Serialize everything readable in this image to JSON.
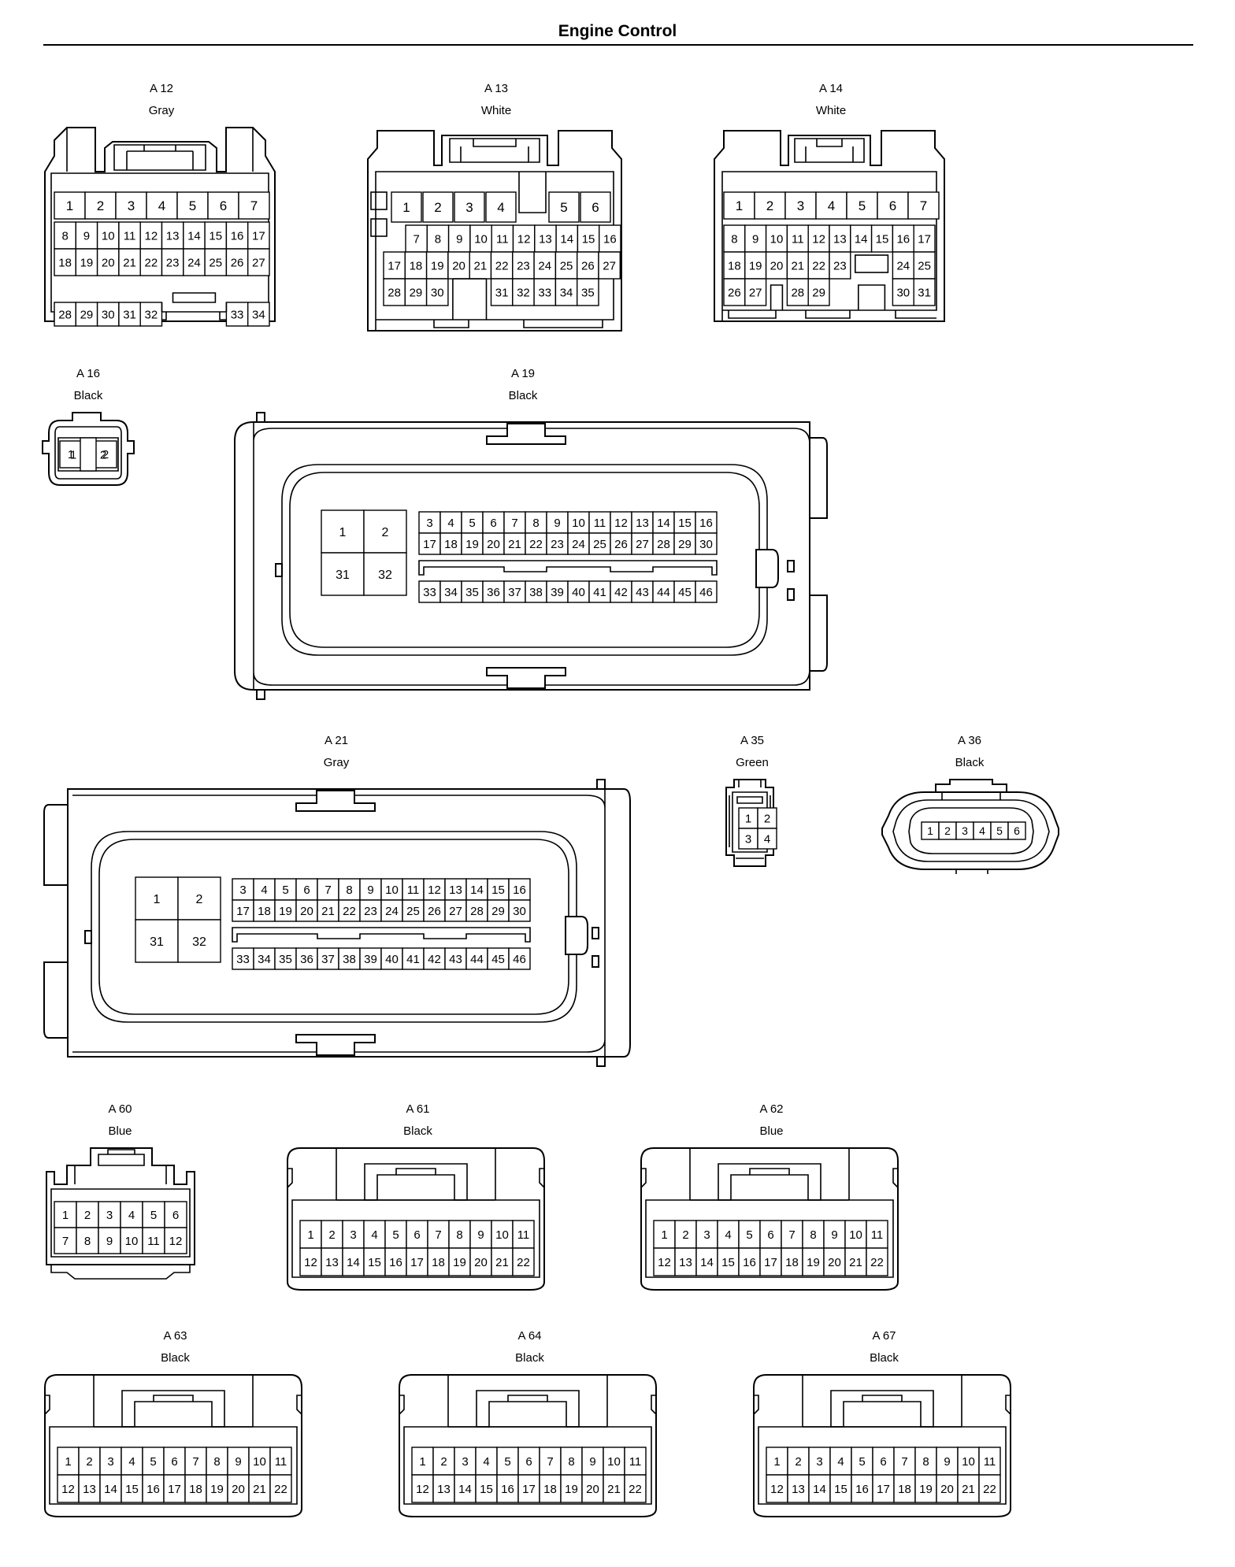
{
  "title": "Engine Control",
  "colors": {
    "line": "#000000",
    "background": "#ffffff"
  },
  "connectors": [
    {
      "id": "A 12",
      "color": "Gray",
      "style": "box",
      "rows": [
        [
          1,
          2,
          3,
          4,
          5,
          6,
          7
        ],
        [
          8,
          9,
          10,
          11,
          12,
          13,
          14,
          15,
          16,
          17
        ],
        [
          18,
          19,
          20,
          21,
          22,
          23,
          24,
          25,
          26,
          27
        ],
        [
          28,
          29,
          30,
          31,
          32,
          null,
          null,
          null,
          33,
          34
        ]
      ]
    },
    {
      "id": "A 13",
      "color": "White",
      "style": "box",
      "rows": [
        [
          1,
          2,
          3,
          4,
          null,
          5,
          6
        ],
        [
          7,
          8,
          9,
          10,
          11,
          12,
          13,
          14,
          15,
          16
        ],
        [
          17,
          18,
          19,
          20,
          21,
          22,
          23,
          24,
          25,
          26,
          27
        ],
        [
          28,
          29,
          30,
          null,
          null,
          31,
          32,
          33,
          34,
          35
        ]
      ]
    },
    {
      "id": "A 14",
      "color": "White",
      "style": "box",
      "rows": [
        [
          1,
          2,
          3,
          4,
          5,
          6,
          7
        ],
        [
          8,
          9,
          10,
          11,
          12,
          13,
          14,
          15,
          16,
          17
        ],
        [
          18,
          19,
          20,
          21,
          22,
          23,
          null,
          24,
          25
        ],
        [
          26,
          27,
          null,
          28,
          29,
          null,
          30,
          31
        ]
      ]
    },
    {
      "id": "A 16",
      "color": "Black",
      "style": "round",
      "rows": [
        [
          1,
          2
        ]
      ]
    },
    {
      "id": "A 19",
      "color": "Black",
      "style": "ecu",
      "big": [
        [
          1,
          2
        ],
        [
          31,
          32
        ]
      ],
      "rows": [
        [
          3,
          4,
          5,
          6,
          7,
          8,
          9,
          10,
          11,
          12,
          13,
          14,
          15,
          16
        ],
        [
          17,
          18,
          19,
          20,
          21,
          22,
          23,
          24,
          25,
          26,
          27,
          28,
          29,
          30
        ],
        [
          33,
          34,
          35,
          36,
          37,
          38,
          39,
          40,
          41,
          42,
          43,
          44,
          45,
          46
        ]
      ]
    },
    {
      "id": "A 21",
      "color": "Gray",
      "style": "ecu",
      "big": [
        [
          1,
          2
        ],
        [
          31,
          32
        ]
      ],
      "rows": [
        [
          3,
          4,
          5,
          6,
          7,
          8,
          9,
          10,
          11,
          12,
          13,
          14,
          15,
          16
        ],
        [
          17,
          18,
          19,
          20,
          21,
          22,
          23,
          24,
          25,
          26,
          27,
          28,
          29,
          30
        ],
        [
          33,
          34,
          35,
          36,
          37,
          38,
          39,
          40,
          41,
          42,
          43,
          44,
          45,
          46
        ]
      ]
    },
    {
      "id": "A 35",
      "color": "Green",
      "style": "small",
      "rows": [
        [
          1,
          2
        ],
        [
          3,
          4
        ]
      ]
    },
    {
      "id": "A 36",
      "color": "Black",
      "style": "oval",
      "rows": [
        [
          1,
          2,
          3,
          4,
          5,
          6
        ]
      ]
    },
    {
      "id": "A 60",
      "color": "Blue",
      "style": "box",
      "rows": [
        [
          1,
          2,
          3,
          4,
          5,
          6
        ],
        [
          7,
          8,
          9,
          10,
          11,
          12
        ]
      ]
    },
    {
      "id": "A 61",
      "color": "Black",
      "style": "wide",
      "rows": [
        [
          1,
          2,
          3,
          4,
          5,
          6,
          7,
          8,
          9,
          10,
          11
        ],
        [
          12,
          13,
          14,
          15,
          16,
          17,
          18,
          19,
          20,
          21,
          22
        ]
      ]
    },
    {
      "id": "A 62",
      "color": "Blue",
      "style": "wide",
      "rows": [
        [
          1,
          2,
          3,
          4,
          5,
          6,
          7,
          8,
          9,
          10,
          11
        ],
        [
          12,
          13,
          14,
          15,
          16,
          17,
          18,
          19,
          20,
          21,
          22
        ]
      ]
    },
    {
      "id": "A 63",
      "color": "Black",
      "style": "wide",
      "rows": [
        [
          1,
          2,
          3,
          4,
          5,
          6,
          7,
          8,
          9,
          10,
          11
        ],
        [
          12,
          13,
          14,
          15,
          16,
          17,
          18,
          19,
          20,
          21,
          22
        ]
      ]
    },
    {
      "id": "A 64",
      "color": "Black",
      "style": "wide",
      "rows": [
        [
          1,
          2,
          3,
          4,
          5,
          6,
          7,
          8,
          9,
          10,
          11
        ],
        [
          12,
          13,
          14,
          15,
          16,
          17,
          18,
          19,
          20,
          21,
          22
        ]
      ]
    },
    {
      "id": "A 67",
      "color": "Black",
      "style": "wide",
      "rows": [
        [
          1,
          2,
          3,
          4,
          5,
          6,
          7,
          8,
          9,
          10,
          11
        ],
        [
          12,
          13,
          14,
          15,
          16,
          17,
          18,
          19,
          20,
          21,
          22
        ]
      ]
    }
  ]
}
